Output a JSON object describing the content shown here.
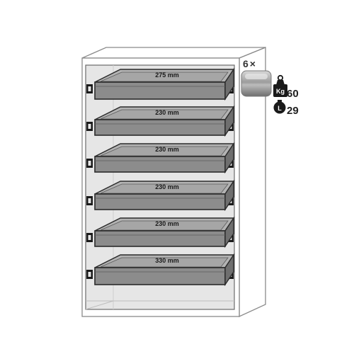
{
  "shelves": [
    {
      "label": "275 mm"
    },
    {
      "label": "230 mm"
    },
    {
      "label": "230 mm"
    },
    {
      "label": "230 mm"
    },
    {
      "label": "230 mm"
    },
    {
      "label": "330 mm"
    }
  ],
  "specs": {
    "count": "6",
    "count_symbol": "×",
    "weight_unit": "Kg",
    "weight_value": "60",
    "volume_unit": "L",
    "volume_value": "29"
  },
  "colors": {
    "cabinet_line": "#8a8a8a",
    "cabinet_fill": "#ffffff",
    "interior": "#e6e6e6",
    "tray_fill": "#8c8c8c",
    "tray_edge": "#2b2b2b",
    "tray_rim": "#b3b3b3",
    "icon_dark": "#1a1a1a",
    "badge_grey": "#9a9a9a"
  },
  "icons": [
    "tray-thumbnail-icon",
    "weight-icon",
    "volume-icon"
  ]
}
